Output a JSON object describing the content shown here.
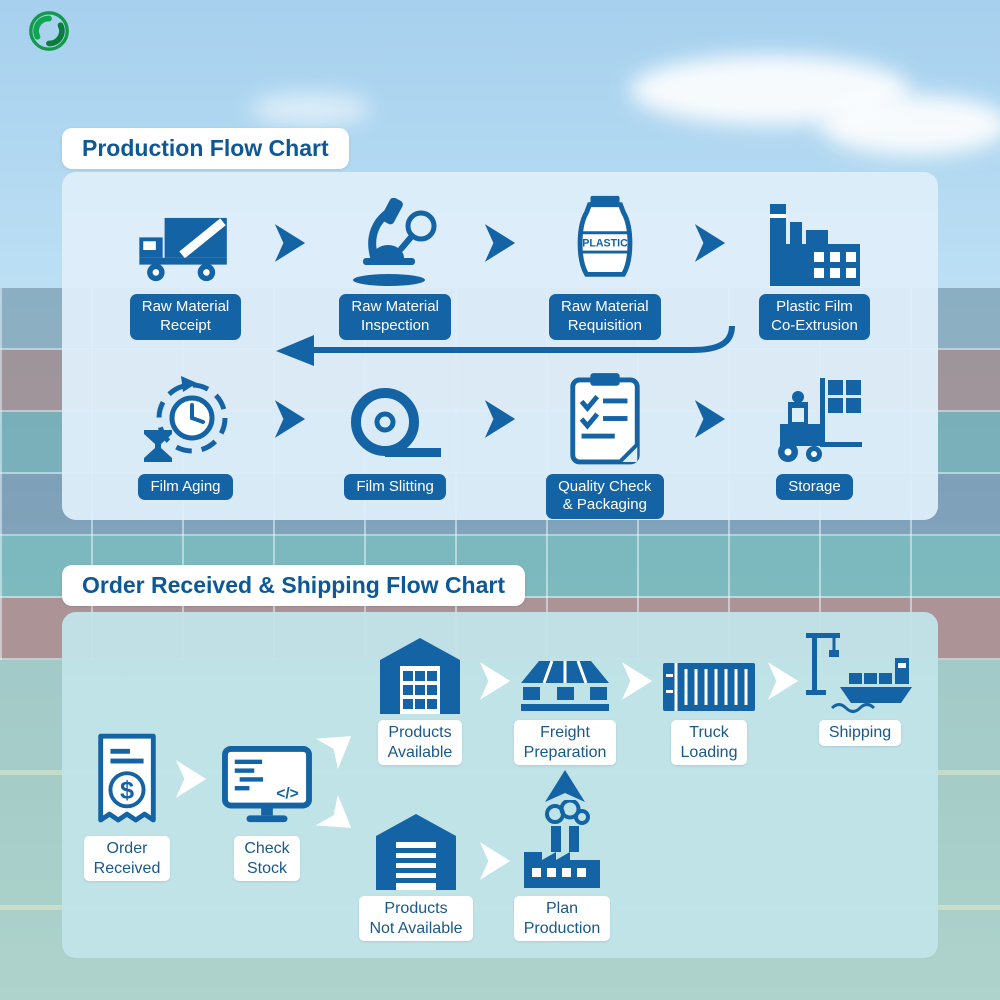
{
  "colors": {
    "accent_blue": "#1463a5",
    "title_text": "#0d5896",
    "panel1_bg": "#dceef9",
    "panel2_bg": "#c1e4e9",
    "pill_text": "#ffffff",
    "node_label_text": "#19588a",
    "logo_green": "#12994a"
  },
  "icon_text": {
    "plastic": "PLASTIC",
    "dollar": "$",
    "code": "</>"
  },
  "production_chart": {
    "title": "Production Flow Chart",
    "row1": [
      {
        "icon": "truck-icon",
        "label": "Raw Material\nReceipt"
      },
      {
        "icon": "microscope-icon",
        "label": "Raw Material\nInspection"
      },
      {
        "icon": "plastic-bag-icon",
        "label": "Raw Material\nRequisition"
      },
      {
        "icon": "extrusion-factory-icon",
        "label": "Plastic Film\nCo-Extrusion"
      }
    ],
    "row2": [
      {
        "icon": "aging-clock-icon",
        "label": "Film Aging"
      },
      {
        "icon": "film-roll-icon",
        "label": "Film Slitting"
      },
      {
        "icon": "quality-clipboard-icon",
        "label": "Quality Check\n& Packaging"
      },
      {
        "icon": "forklift-icon",
        "label": "Storage"
      }
    ]
  },
  "shipping_chart": {
    "title": "Order Received & Shipping Flow Chart",
    "nodes": {
      "order_received": "Order\nReceived",
      "check_stock": "Check\nStock",
      "products_available": "Products\nAvailable",
      "freight_preparation": "Freight\nPreparation",
      "truck_loading": "Truck\nLoading",
      "shipping": "Shipping",
      "products_not_available": "Products\nNot Available",
      "plan_production": "Plan\nProduction"
    }
  }
}
